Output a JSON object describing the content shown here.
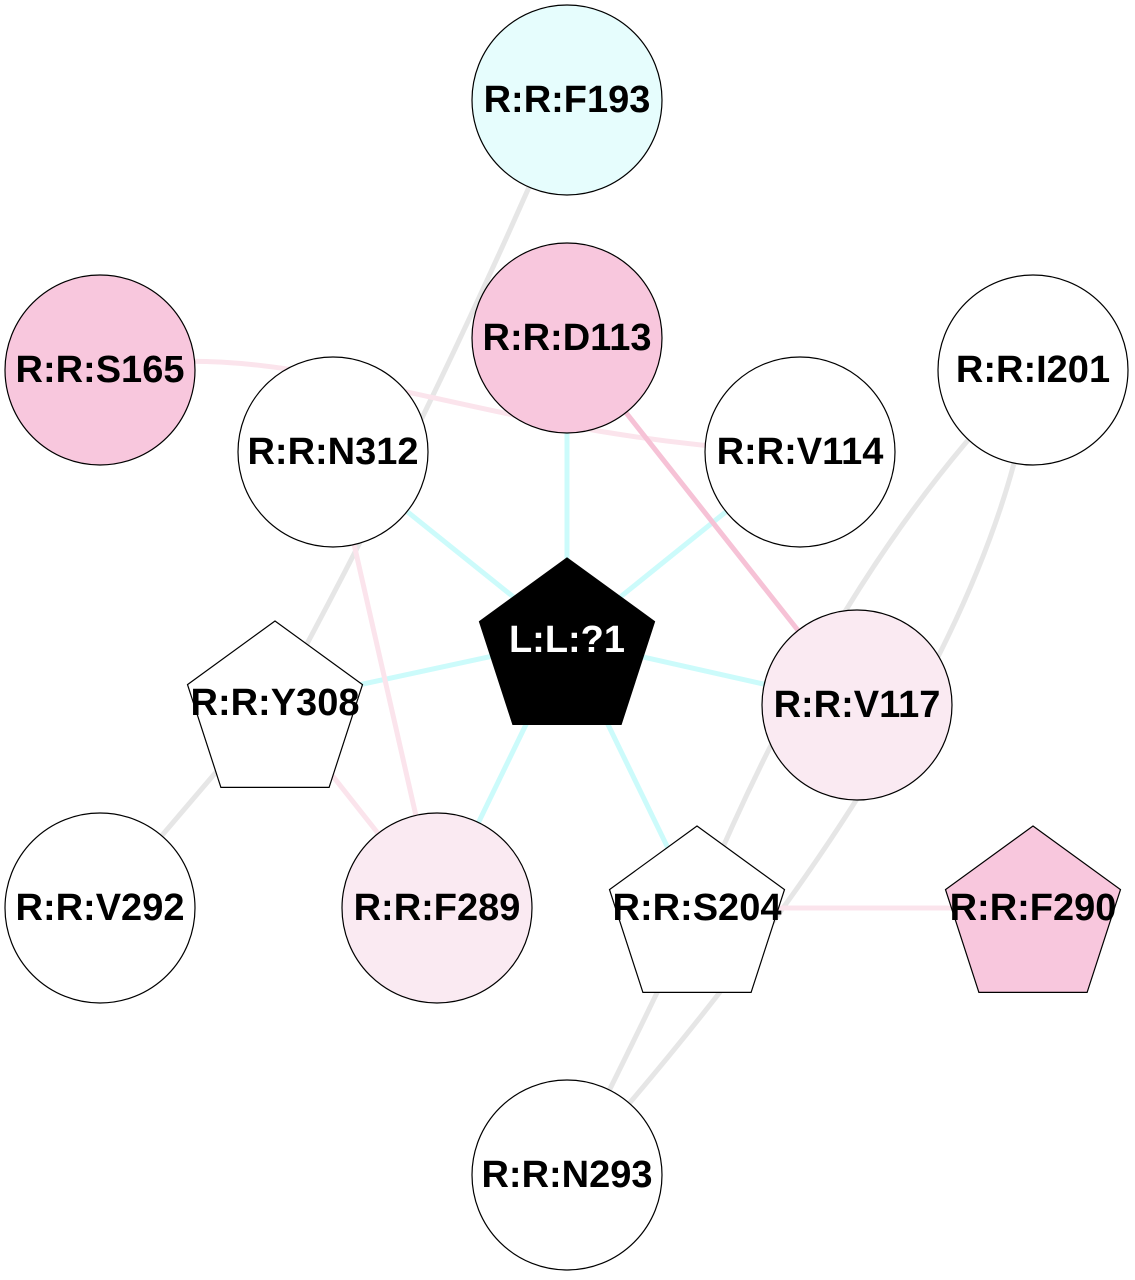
{
  "colors": {
    "background": "#ffffff",
    "node_stroke": "#000000",
    "label_dark": "#000000",
    "label_light": "#ffffff",
    "edge_gray": "#e6e6e6",
    "edge_cyan": "#ccfbfb",
    "edge_pink_light": "#fbe4ec",
    "edge_pink": "#f6c2d6"
  },
  "nodes": {
    "ligand": {
      "label": "L:L:?1",
      "shape": "pentagon",
      "fill": "#000000",
      "label_color": "#ffffff"
    },
    "F193": {
      "label": "R:R:F193",
      "shape": "circle",
      "fill": "#e6fdfd"
    },
    "D113": {
      "label": "R:R:D113",
      "shape": "circle",
      "fill": "#f8c7dd"
    },
    "S165": {
      "label": "R:R:S165",
      "shape": "circle",
      "fill": "#f8c7dd"
    },
    "N312": {
      "label": "R:R:N312",
      "shape": "circle",
      "fill": "#ffffff"
    },
    "V114": {
      "label": "R:R:V114",
      "shape": "circle",
      "fill": "#ffffff"
    },
    "I201": {
      "label": "R:R:I201",
      "shape": "circle",
      "fill": "#ffffff"
    },
    "Y308": {
      "label": "R:R:Y308",
      "shape": "pentagon",
      "fill": "#ffffff"
    },
    "V117": {
      "label": "R:R:V117",
      "shape": "circle",
      "fill": "#faeaf2"
    },
    "V292": {
      "label": "R:R:V292",
      "shape": "circle",
      "fill": "#ffffff"
    },
    "F289": {
      "label": "R:R:F289",
      "shape": "circle",
      "fill": "#faeaf2"
    },
    "S204": {
      "label": "R:R:S204",
      "shape": "pentagon",
      "fill": "#ffffff"
    },
    "F290": {
      "label": "R:R:F290",
      "shape": "pentagon",
      "fill": "#f8c7dd"
    },
    "N293": {
      "label": "R:R:N293",
      "shape": "circle",
      "fill": "#ffffff"
    }
  },
  "edges": [
    {
      "from": "ligand",
      "to": "D113",
      "color": "edge_cyan"
    },
    {
      "from": "ligand",
      "to": "N312",
      "color": "edge_cyan"
    },
    {
      "from": "ligand",
      "to": "V114",
      "color": "edge_cyan"
    },
    {
      "from": "ligand",
      "to": "Y308",
      "color": "edge_cyan"
    },
    {
      "from": "ligand",
      "to": "V117",
      "color": "edge_cyan"
    },
    {
      "from": "ligand",
      "to": "F289",
      "color": "edge_cyan"
    },
    {
      "from": "ligand",
      "to": "S204",
      "color": "edge_cyan"
    },
    {
      "from": "F193",
      "to": "Y308",
      "color": "edge_gray"
    },
    {
      "from": "S165",
      "to": "V114",
      "color": "edge_pink_light"
    },
    {
      "from": "D113",
      "to": "V117",
      "color": "edge_pink"
    },
    {
      "from": "I201",
      "to": "S204",
      "color": "edge_gray"
    },
    {
      "from": "I201",
      "to": "N293",
      "color": "edge_gray"
    },
    {
      "from": "N312",
      "to": "F289",
      "color": "edge_pink_light"
    },
    {
      "from": "Y308",
      "to": "V292",
      "color": "edge_gray"
    },
    {
      "from": "Y308",
      "to": "F289",
      "color": "edge_pink_light"
    },
    {
      "from": "S204",
      "to": "F290",
      "color": "edge_pink_light"
    },
    {
      "from": "S204",
      "to": "N293",
      "color": "edge_gray"
    }
  ]
}
